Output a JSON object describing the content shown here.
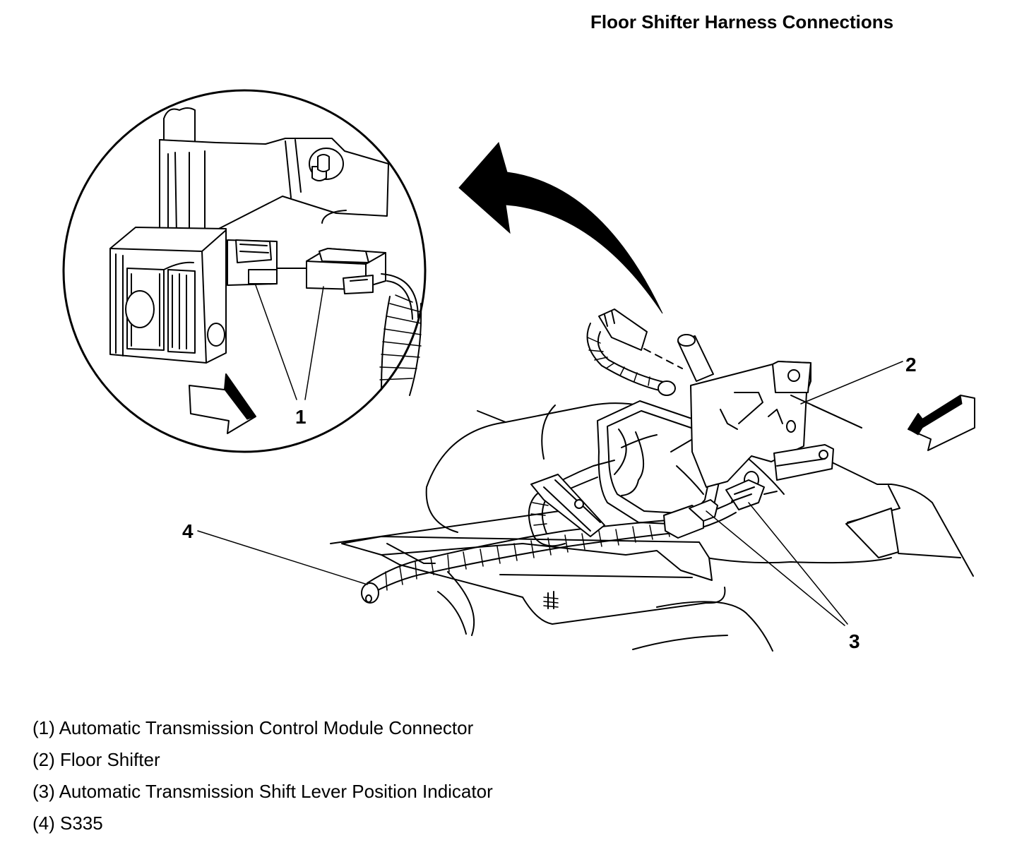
{
  "title": "Floor Shifter Harness Connections",
  "callouts": [
    "1",
    "2",
    "3",
    "4"
  ],
  "legend": [
    "(1) Automatic Transmission Control Module Connector",
    "(2) Floor Shifter",
    "(3) Automatic Transmission Shift Lever Position Indicator",
    "(4) S335"
  ]
}
